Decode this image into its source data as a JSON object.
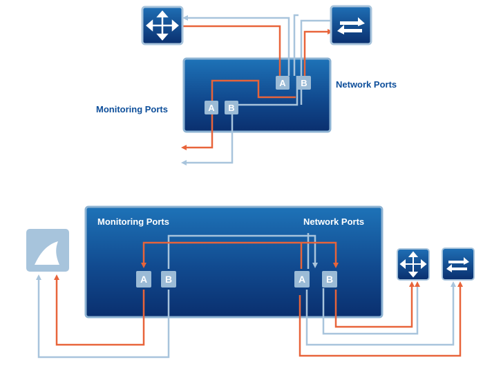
{
  "labels": {
    "monitoring_ports": "Monitoring Ports",
    "network_ports": "Network Ports",
    "port_a": "A",
    "port_b": "B"
  },
  "icons": {
    "router": "router-icon",
    "switch": "switch-icon",
    "analyzer": "shark-fin-icon"
  },
  "colors": {
    "box_dark": "#0a2f6e",
    "box_light": "#1e73b8",
    "box_border": "#8db3d3",
    "port_fill": "#9bbbd6",
    "label_blue": "#0d4e9a",
    "orange": "#e8643a",
    "light_blue": "#a8c4dc",
    "analyzer_bg": "#a7c4dc"
  }
}
